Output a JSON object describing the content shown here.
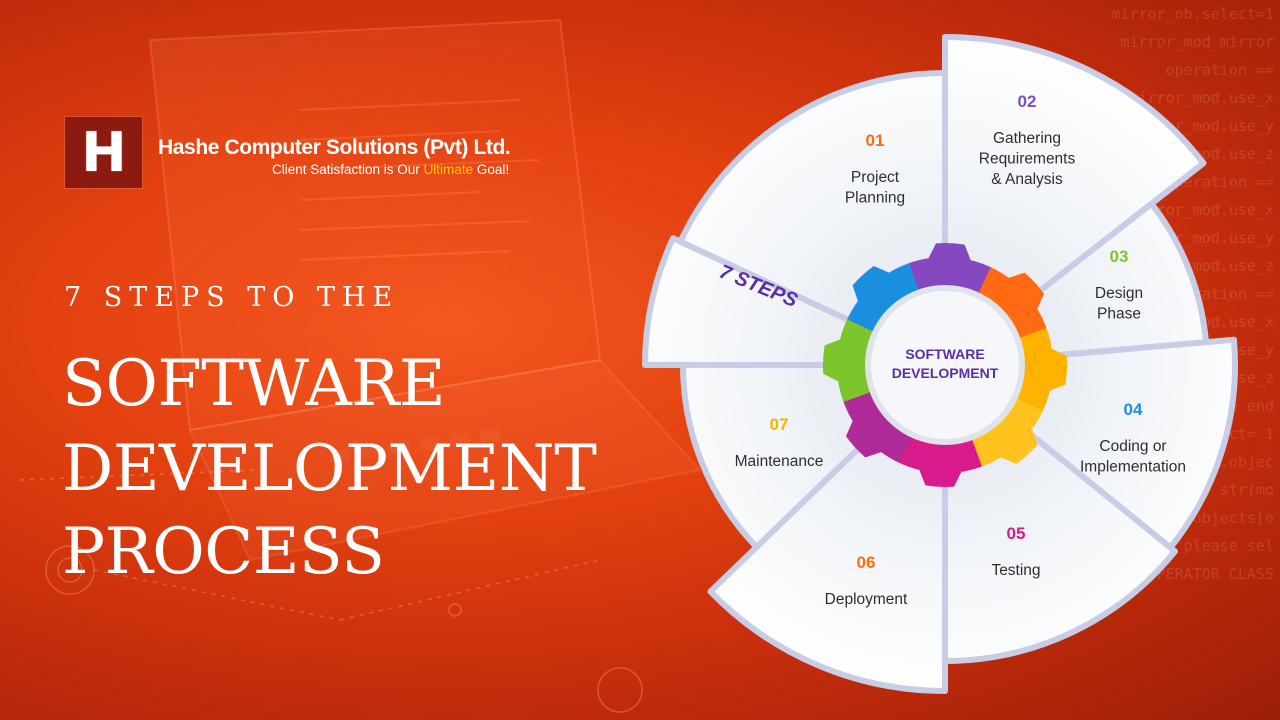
{
  "brand": {
    "company_name": "Hashe Computer Solutions (Pvt) Ltd.",
    "tagline_before": "Client Satisfaction is Our ",
    "tagline_highlight": "Ultimate",
    "tagline_after": " Goal!",
    "highlight_color": "#ffcc00",
    "logo_letter": "H"
  },
  "headline": {
    "kicker": "7 STEPS TO THE",
    "line1": "SOFTWARE",
    "line2": "DEVELOPMENT",
    "line3": "PROCESS"
  },
  "wheel": {
    "center_line1": "SOFTWARE",
    "center_line2": "DEVELOPMENT",
    "steps_badge": "7 STEPS",
    "label_color": "#2e2e2e",
    "steps": [
      {
        "number": "01",
        "label_lines": [
          "Project",
          "Planning"
        ],
        "color": "#ff6a13"
      },
      {
        "number": "02",
        "label_lines": [
          "Gathering",
          "Requirements",
          "& Analysis"
        ],
        "color": "#7a4fb8"
      },
      {
        "number": "03",
        "label_lines": [
          "Design",
          "Phase"
        ],
        "color": "#7cc52c"
      },
      {
        "number": "04",
        "label_lines": [
          "Coding or",
          "Implementation"
        ],
        "color": "#1e8fe0"
      },
      {
        "number": "05",
        "label_lines": [
          "Testing"
        ],
        "color": "#d81b8a"
      },
      {
        "number": "06",
        "label_lines": [
          "Deployment"
        ],
        "color": "#ff6a13"
      },
      {
        "number": "07",
        "label_lines": [
          "Maintenance"
        ],
        "color": "#f4b400"
      }
    ],
    "gear_colors": [
      "#8648c0",
      "#ff6a13",
      "#ffb300",
      "#ffc21e",
      "#d81b8a",
      "#b02a9a",
      "#7cc52c",
      "#1a8fe0"
    ]
  },
  "background_code": [
    "mirror_ob.select=1",
    "mirror_mod_mirror",
    "operation ==",
    "mirror_mod.use_x",
    "mirror_mod.use_y",
    "mirror_mod.use_z",
    "operation ==",
    "mirror_mod.use_x",
    "mirror_mod.use_y",
    "mirror_mod.use_z",
    "operation ==",
    "mirror_mod.use_x",
    "mirror_mod.use_y",
    "mirror_mod.use_z",
    "selection at the end",
    "ob.select= 1",
    "text.scene.objec",
    "ected\" + str(mo",
    "data.objects[o",
    "int(\"please sel",
    "OPERATOR CLASS"
  ]
}
